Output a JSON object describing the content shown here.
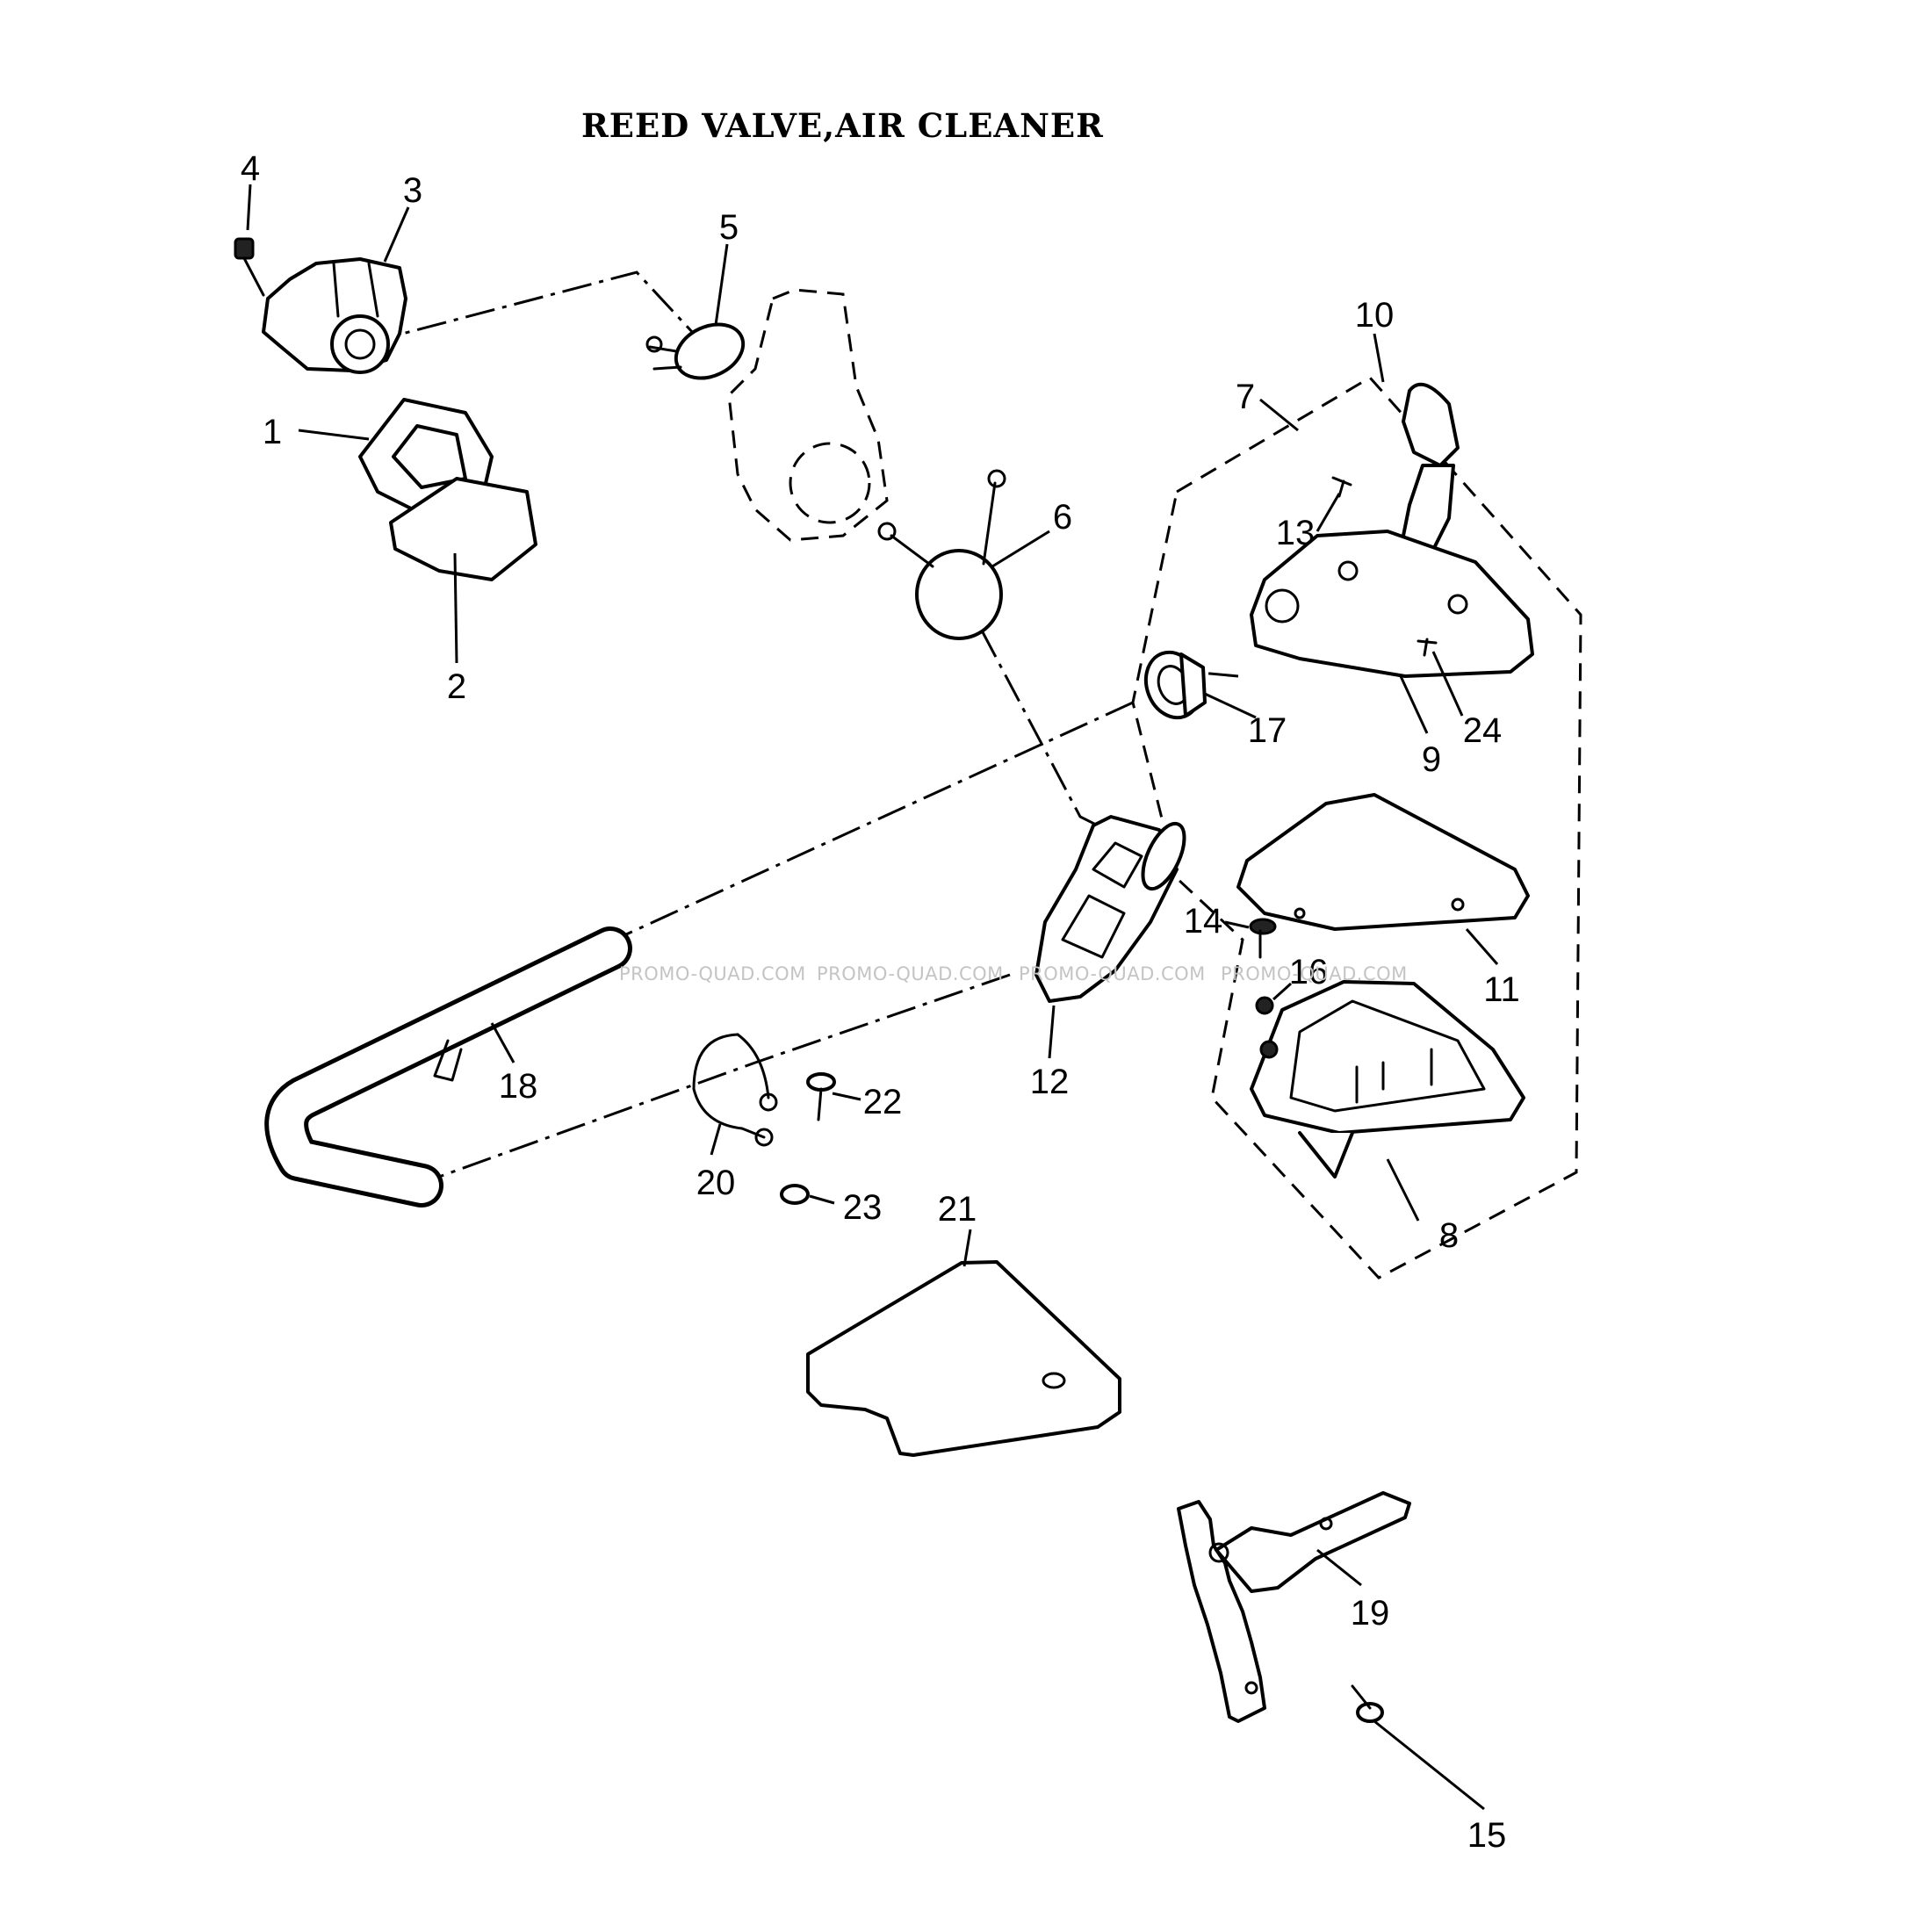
{
  "title": "REED VALVE,AIR CLEANER",
  "callouts": [
    "1",
    "2",
    "3",
    "4",
    "5",
    "6",
    "7",
    "8",
    "9",
    "10",
    "11",
    "12",
    "13",
    "14",
    "15",
    "16",
    "17",
    "18",
    "19",
    "20",
    "21",
    "22",
    "23",
    "24"
  ],
  "watermark": "PROMO-QUAD.COM"
}
